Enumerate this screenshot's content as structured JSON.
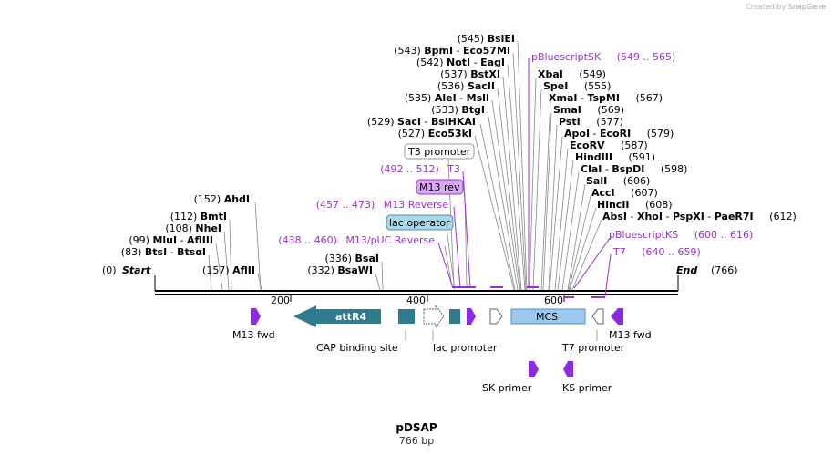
{
  "watermark": {
    "prefix": "Created by",
    "brand": "SnapGene"
  },
  "map": {
    "name": "pDSAP",
    "length_label": "766 bp",
    "start_pos": "(0)",
    "start_label": "Start",
    "end_label": "End",
    "end_pos": "(766)",
    "ticks": [
      "200",
      "400",
      "600"
    ]
  },
  "enzymes": [
    {
      "pos": "(545)",
      "names": [
        "BsiEI"
      ]
    },
    {
      "pos": "(543)",
      "names": [
        "BpmI",
        "Eco57MI"
      ]
    },
    {
      "pos": "(542)",
      "names": [
        "NotI",
        "EagI"
      ]
    },
    {
      "pos": "(537)",
      "names": [
        "BstXI"
      ]
    },
    {
      "pos": "(536)",
      "names": [
        "SacII"
      ]
    },
    {
      "pos": "(535)",
      "names": [
        "AleI",
        "MslI"
      ]
    },
    {
      "pos": "(533)",
      "names": [
        "BtgI"
      ]
    },
    {
      "pos": "(529)",
      "names": [
        "SacI",
        "BsiHKAI"
      ]
    },
    {
      "pos": "(527)",
      "names": [
        "Eco53kI"
      ]
    },
    {
      "pos": "(152)",
      "names": [
        "AhdI"
      ]
    },
    {
      "pos": "(112)",
      "names": [
        "BmtI"
      ]
    },
    {
      "pos": "(108)",
      "names": [
        "NheI"
      ]
    },
    {
      "pos": "(99)",
      "names": [
        "MluI",
        "AflIII"
      ]
    },
    {
      "pos": "(83)",
      "names": [
        "BtsI",
        "BtsαI"
      ]
    },
    {
      "pos": "(157)",
      "names": [
        "AflII"
      ]
    },
    {
      "pos": "(336)",
      "names": [
        "BsaI"
      ]
    },
    {
      "pos": "(332)",
      "names": [
        "BsaWI"
      ]
    },
    {
      "pos": "(549)",
      "names": [
        "XbaI"
      ]
    },
    {
      "pos": "(555)",
      "names": [
        "SpeI"
      ]
    },
    {
      "pos": "(567)",
      "names": [
        "XmaI",
        "TspMI"
      ]
    },
    {
      "pos": "(569)",
      "names": [
        "SmaI"
      ]
    },
    {
      "pos": "(577)",
      "names": [
        "PstI"
      ]
    },
    {
      "pos": "(579)",
      "names": [
        "ApoI",
        "EcoRI"
      ]
    },
    {
      "pos": "(587)",
      "names": [
        "EcoRV"
      ]
    },
    {
      "pos": "(591)",
      "names": [
        "HindIII"
      ]
    },
    {
      "pos": "(598)",
      "names": [
        "ClaI",
        "BspDI"
      ]
    },
    {
      "pos": "(606)",
      "names": [
        "SalI"
      ]
    },
    {
      "pos": "(607)",
      "names": [
        "AccI"
      ]
    },
    {
      "pos": "(608)",
      "names": [
        "HincII"
      ]
    },
    {
      "pos": "(612)",
      "names": [
        "AbsI",
        "XhoI",
        "PspXI",
        "PaeR7I"
      ]
    }
  ],
  "primers": [
    {
      "label": "pBluescriptSK",
      "range": "(549 .. 565)"
    },
    {
      "label": "T3",
      "range": "(492 .. 512)"
    },
    {
      "label": "M13 Reverse",
      "range": "(457 .. 473)"
    },
    {
      "label": "M13/pUC Reverse",
      "range": "(438 .. 460)"
    },
    {
      "label": "pBluescriptKS",
      "range": "(600 .. 616)"
    },
    {
      "label": "T7",
      "range": "(640 .. 659)"
    }
  ],
  "boxed_labels": {
    "t3_promoter": "T3 promoter",
    "m13_rev": "M13 rev",
    "lac_operator": "lac operator"
  },
  "features": {
    "attr4": "attR4",
    "mcs": "MCS",
    "m13_fwd_left": "M13 fwd",
    "cap_site": "CAP binding site",
    "lac_promoter": "lac promoter",
    "t7_promoter": "T7 promoter",
    "m13_fwd_right": "M13 fwd",
    "sk_primer": "SK primer",
    "ks_primer": "KS primer"
  },
  "colors": {
    "primer": "#9b30d0",
    "attr": "#2e7a8e",
    "mcs": "#9cc8f0",
    "backbone": "#000000"
  }
}
